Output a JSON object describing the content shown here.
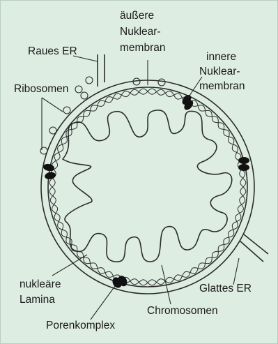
{
  "figure": {
    "background_color": "#ddede2",
    "line_color": "#2b2b2b",
    "labels": {
      "outer_membrane": [
        "äußere",
        "Nuklear-",
        "membran"
      ],
      "inner_membrane": [
        "innere",
        "Nuklear-",
        "membran"
      ],
      "rough_er": "Raues ER",
      "ribosomes": "Ribosomen",
      "nuclear_lamina": [
        "nukleäre",
        "Lamina"
      ],
      "pore_complex": "Porenkomplex",
      "chromosomes": "Chromosomen",
      "smooth_er": "Glattes ER"
    }
  }
}
